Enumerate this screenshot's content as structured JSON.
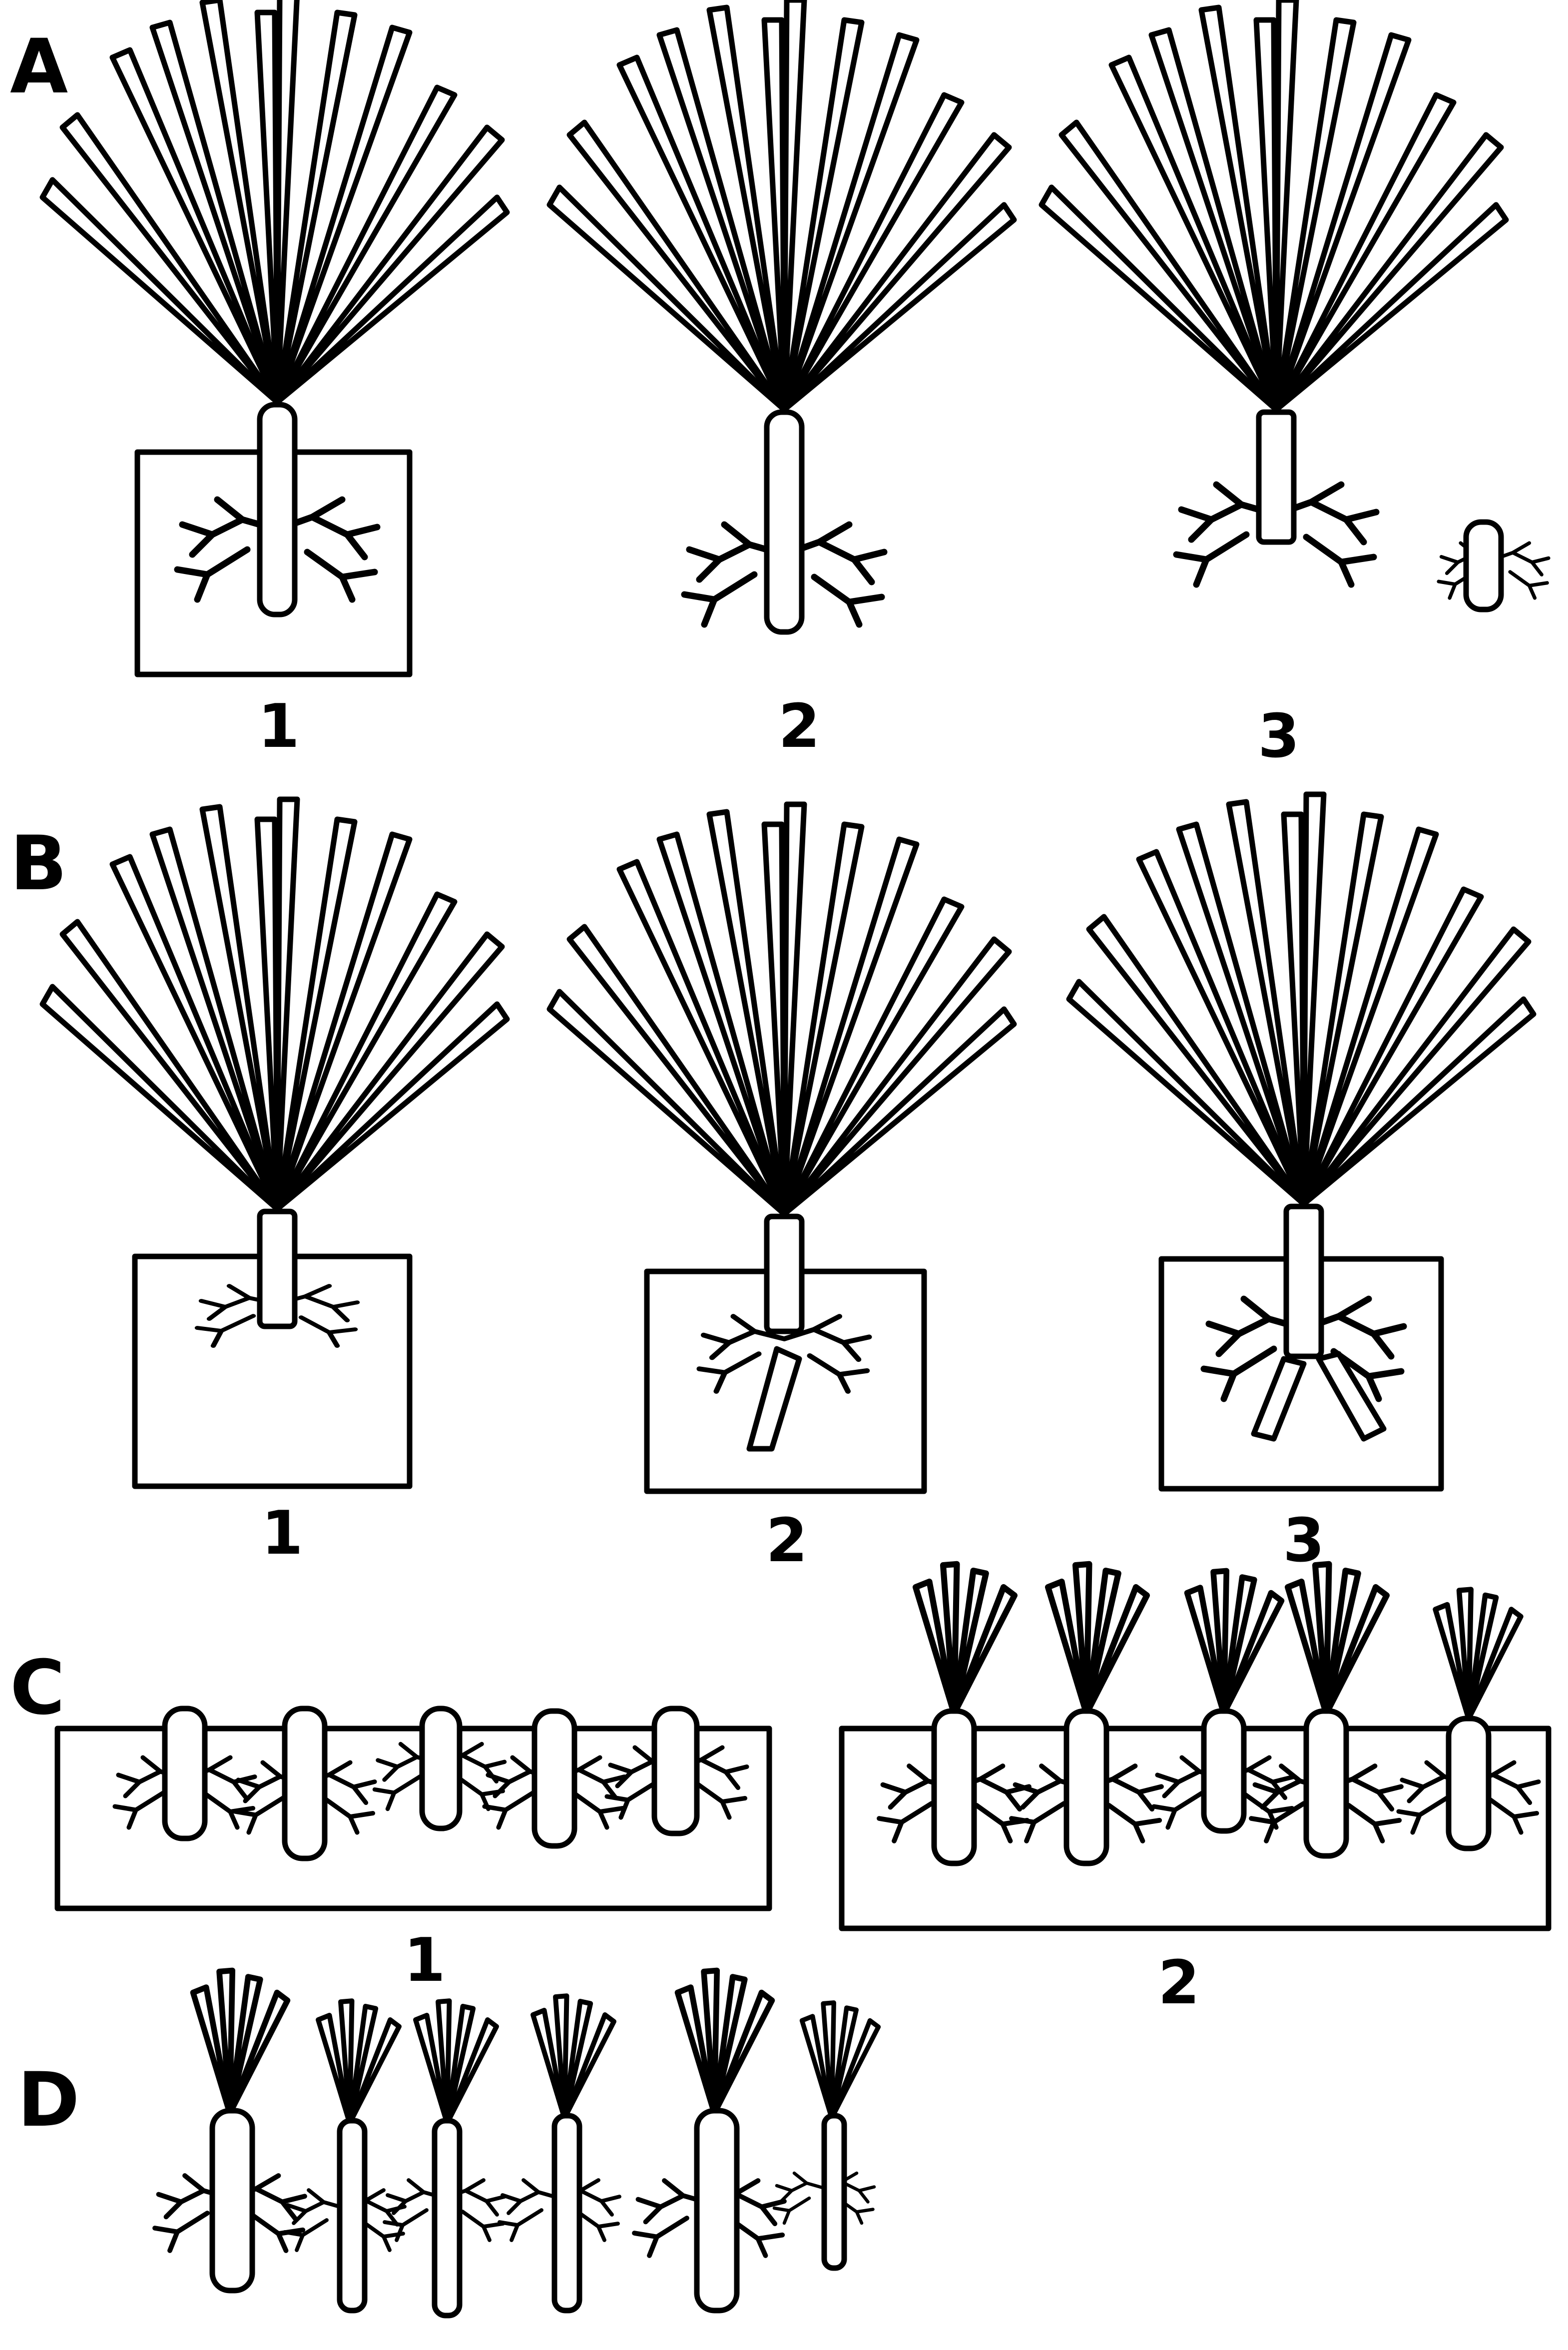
{
  "sections": {
    "A": {
      "label": "A",
      "items": [
        "1",
        "2",
        "3"
      ]
    },
    "B": {
      "label": "B",
      "items": [
        "1",
        "2",
        "3"
      ]
    },
    "C": {
      "label": "C",
      "items": [
        "1",
        "2"
      ]
    },
    "D": {
      "label": "D"
    }
  }
}
